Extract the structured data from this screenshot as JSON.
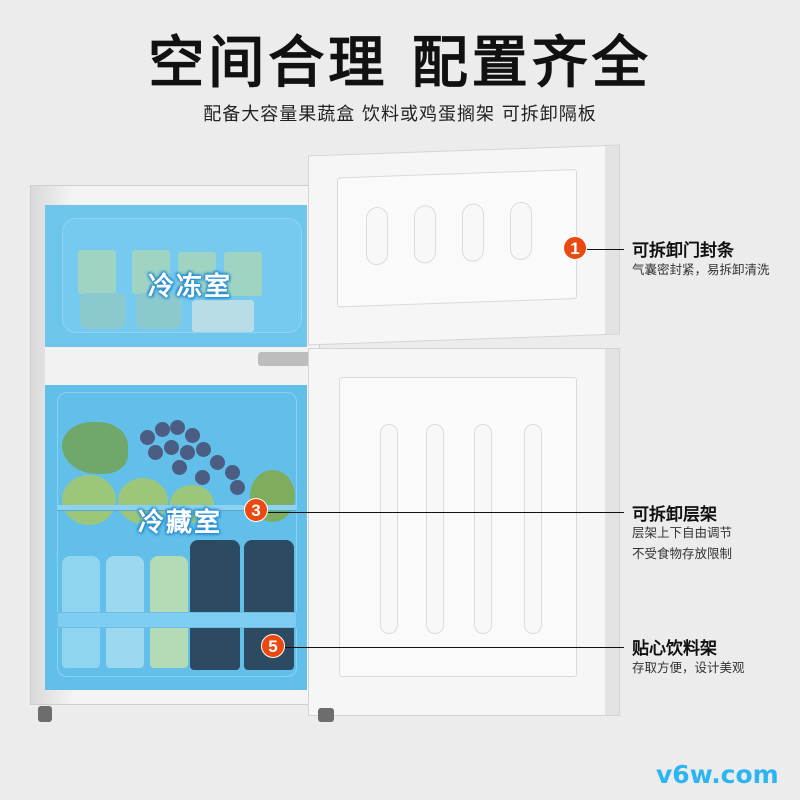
{
  "header": {
    "title": "空间合理 配置齐全",
    "subtitle": "配备大容量果蔬盒 饮料或鸡蛋搁架 可拆卸隔板"
  },
  "product": {
    "freezer_label": "冷冻室",
    "fridge_label": "冷藏室",
    "overlay_color": "#67c3ec"
  },
  "callouts": [
    {
      "number": "1",
      "title": "可拆卸门封条",
      "desc": [
        "气囊密封紧，易拆卸清洗"
      ]
    },
    {
      "number": "3",
      "title": "可拆卸层架",
      "desc": [
        "层架上下自由调节",
        "不受食物存放限制"
      ]
    },
    {
      "number": "5",
      "title": "贴心饮料架",
      "desc": [
        "存取方便，设计美观"
      ]
    }
  ],
  "badge_color": "#ea4a12",
  "watermark": "v6w.com"
}
